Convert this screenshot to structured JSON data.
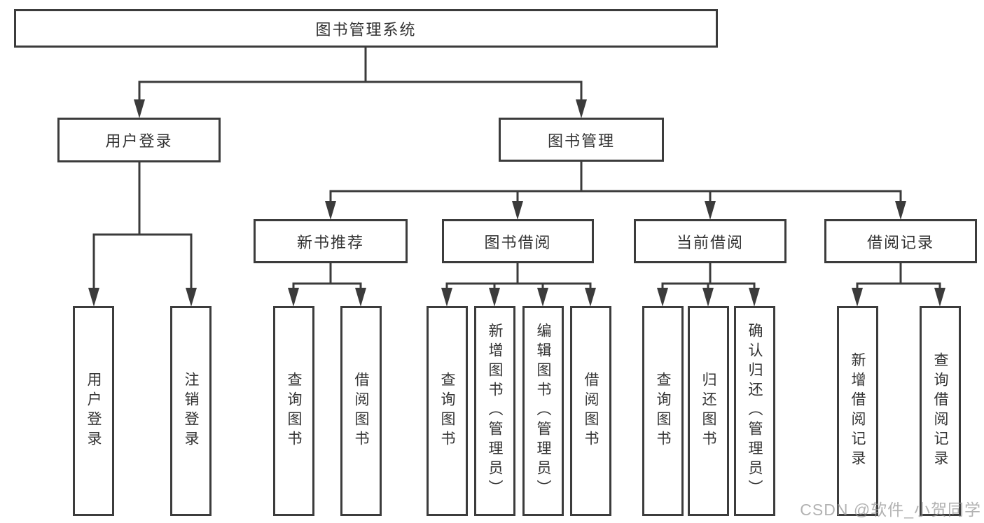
{
  "nodes": {
    "root": {
      "label": "图书管理系统"
    },
    "user_login": {
      "label": "用户登录"
    },
    "book_mgmt": {
      "label": "图书管理"
    },
    "new_book_rec": {
      "label": "新书推荐"
    },
    "book_borrow": {
      "label": "图书借阅"
    },
    "current_borrow": {
      "label": "当前借阅"
    },
    "borrow_record": {
      "label": "借阅记录"
    },
    "ul_login": {
      "label": "用户登录"
    },
    "ul_logout": {
      "label": "注销登录"
    },
    "nb_query": {
      "label": "查询图书"
    },
    "nb_borrow": {
      "label": "借阅图书"
    },
    "bb_query": {
      "label": "查询图书"
    },
    "bb_add": {
      "label": "新增图书（管理员）"
    },
    "bb_edit": {
      "label": "编辑图书（管理员）"
    },
    "bb_borrow": {
      "label": "借阅图书"
    },
    "cb_query": {
      "label": "查询图书"
    },
    "cb_return": {
      "label": "归还图书"
    },
    "cb_confirm": {
      "label": "确认归还（管理员）"
    },
    "br_add": {
      "label": "新增借阅记录"
    },
    "br_query": {
      "label": "查询借阅记录"
    }
  },
  "watermark": "CSDN @软件_小贺同学",
  "colors": {
    "line": "#3b3b3b",
    "text": "#333333",
    "background": "#ffffff",
    "watermark": "#949494"
  }
}
